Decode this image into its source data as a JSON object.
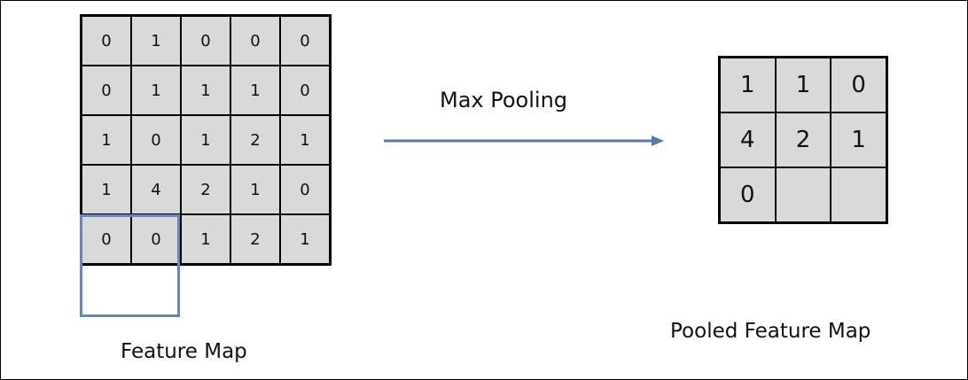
{
  "diagram": {
    "operation_label": "Max Pooling",
    "feature_map": {
      "label": "Feature Map",
      "rows": [
        [
          "0",
          "1",
          "0",
          "0",
          "0"
        ],
        [
          "0",
          "1",
          "1",
          "1",
          "0"
        ],
        [
          "1",
          "0",
          "1",
          "2",
          "1"
        ],
        [
          "1",
          "4",
          "2",
          "1",
          "0"
        ],
        [
          "0",
          "0",
          "1",
          "2",
          "1"
        ]
      ]
    },
    "pooled_feature_map": {
      "label": "Pooled Feature Map",
      "rows": [
        [
          "1",
          "1",
          "0"
        ],
        [
          "4",
          "2",
          "1"
        ],
        [
          "0",
          "",
          ""
        ]
      ]
    },
    "colors": {
      "cell_fill": "#d9d9d9",
      "arrow": "#5a7ab0",
      "pool_window": "#6a86b5"
    }
  }
}
